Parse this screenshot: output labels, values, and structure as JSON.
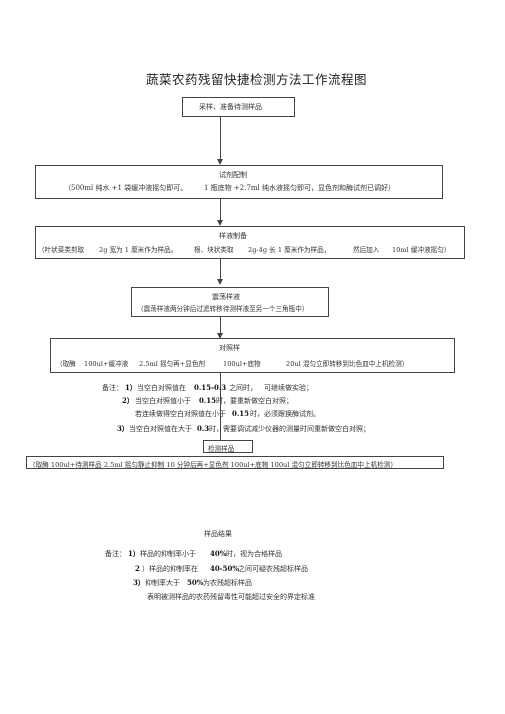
{
  "title": "蔬菜农药残留快捷检测方法工作流程图",
  "step1": {
    "label": "采样、准备待测样品"
  },
  "step2": {
    "label": "试剂配制",
    "detail_a": "（500ml 纯水 +1 袋缓冲液摇匀即可。",
    "detail_b": "1 瓶底物 +2.7ml 纯水液摇匀即可，显色剂和酶试剂已调好）"
  },
  "step3": {
    "label": "样液制备",
    "detail_a": "（叶状菜类剪取",
    "detail_b": "2g 宽为 1 厘米作为样品。",
    "detail_c": "根、块状类取",
    "detail_d": "2g-4g 长 1 厘米作为样品，",
    "detail_e": "然后加入",
    "detail_f": "10ml 缓冲液摇匀）"
  },
  "step4": {
    "label": "震荡样液",
    "detail": "（震荡样液两分钟后过滤转移待测样液至另一个三角瓶中）"
  },
  "step5": {
    "label": "对照样",
    "detail_a": "（取酶",
    "detail_b": "100ul+缓冲液",
    "detail_c": "2.5ml 摇匀再+显色剂",
    "detail_d": "100ul+底物",
    "detail_e": "20ul 混匀立即转移到比色皿中上机检测）"
  },
  "notes1": {
    "prefix": "备注：",
    "n1": "1）",
    "line1_a": "当空白对照值在",
    "line1_b": "0.15-0.3",
    "line1_c": "之间时，",
    "line1_d": "可继续做实验；",
    "n2": "2）",
    "line2_a": "当空白对照值小于",
    "line2_b": "0.15",
    "line2_c": "时，要重新做空白对照；",
    "line2_sub_a": "若连续做得空白对照值在小于",
    "line2_sub_b": "0.15",
    "line2_sub_c": "时，必须跟换酶试剂。",
    "n3": "3）",
    "line3_a": "当空白对照值在大于",
    "line3_b": "0.3",
    "line3_c": "时，需要调试减少仪器的测量时间重新做空白对照；"
  },
  "step6": {
    "label": "检测样品",
    "detail": "（取酶 100ul+待测样品 2.5ml 摇匀静止抑制 10 分钟后再+显色剂 100ul+底物 100ul 混匀立即转移到比色皿中上机检测）"
  },
  "result": {
    "label": "样品结果"
  },
  "notes2": {
    "prefix": "备注：",
    "n1": "1）",
    "line1_a": "样品的抑制率小于",
    "line1_b": "40%",
    "line1_c": "时，视为合格样品",
    "n2": "2",
    "line2_a": "）样品的抑制率在",
    "line2_b": "40-50%",
    "line2_c": "之间可疑农残超标样品",
    "n3": "3）",
    "line3_a": "抑制率大于",
    "line3_b": "50%",
    "line3_c": "为农残超标样品",
    "line4": "表明被测样品的农药残留毒性可能超过安全的界定标准"
  }
}
